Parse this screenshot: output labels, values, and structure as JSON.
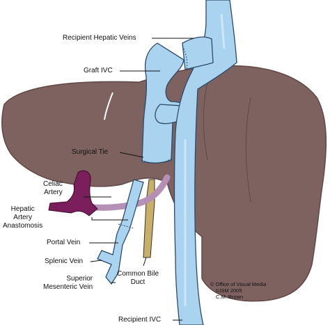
{
  "labels": {
    "recipient_hepatic_veins": "Recipient Hepatic Veins",
    "graft_ivc": "Graft IVC",
    "surgical_tie": "Surgical Tie",
    "celiac_artery": "Celiac\nArtery",
    "hepatic_artery_anastomosis": "Hepatic\nArtery\nAnastomosis",
    "portal_vein": "Portal Vein",
    "splenic_vein": "Splenic Vein",
    "superior_mesenteric_vein": "Superior\nMesenteric Vein",
    "common_bile_duct": "Common Bile\nDuct",
    "recipient_ivc": "Recipient IVC"
  },
  "credit": {
    "line1": "© Office of Visual Media",
    "line2": "IUSM 2005",
    "line3": "C.M. Brown"
  },
  "colors": {
    "liver": "#7d625f",
    "liver_dark": "#5f4846",
    "vessel": "#a9d3ef",
    "vessel_light": "#d7ecf9",
    "vessel_stroke": "#2b4a6b",
    "celiac": "#7a1f5c",
    "hepatic_artery": "#b58fb5",
    "bile_duct": "#c8b06a"
  }
}
